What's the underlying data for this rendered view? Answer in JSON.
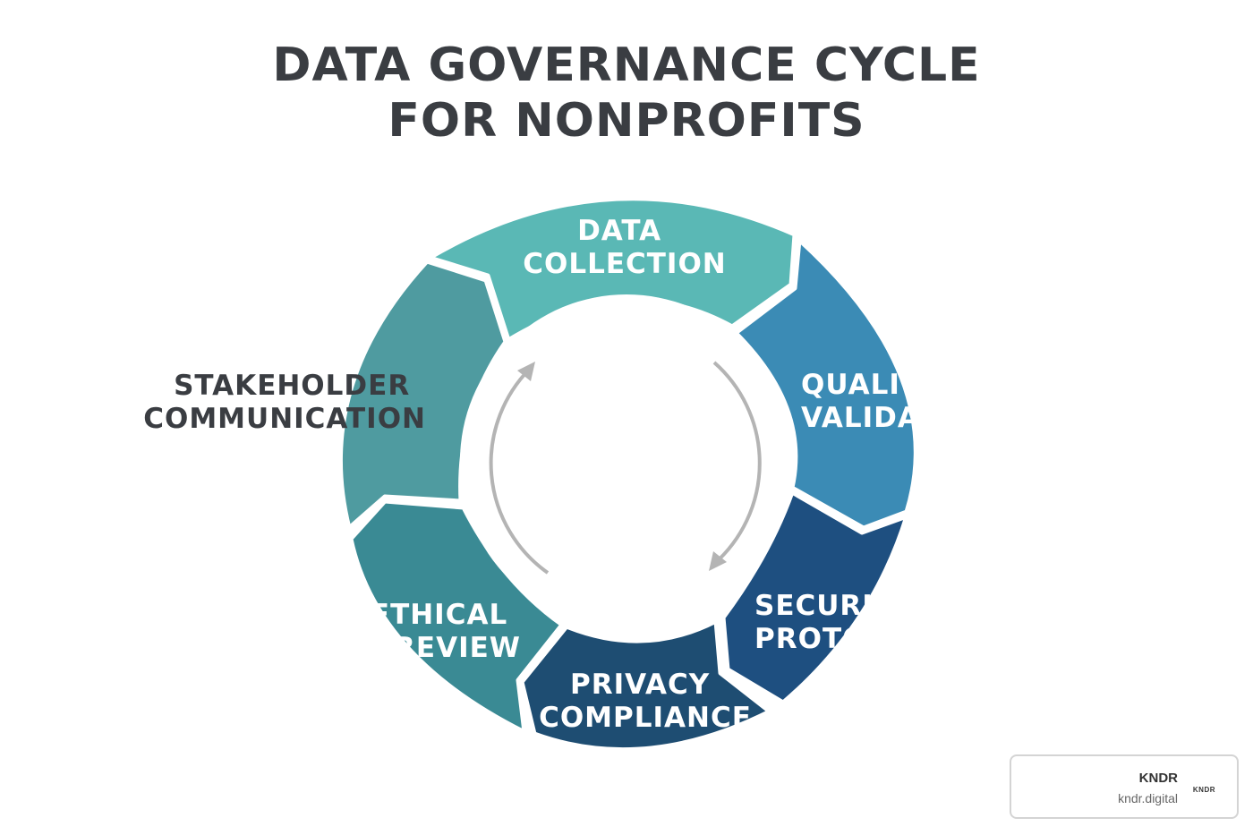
{
  "title": {
    "line1": "DATA GOVERNANCE CYCLE",
    "line2": "FOR NONPROFITS"
  },
  "segments": [
    {
      "id": "data-collection",
      "lines": [
        "DATA",
        "COLLECTION"
      ],
      "color": "#5ab8b5",
      "text_color": "#ffffff"
    },
    {
      "id": "quality-validation",
      "lines": [
        "QUALITY",
        "VALIDATION"
      ],
      "color": "#3b8bb5",
      "text_color": "#ffffff"
    },
    {
      "id": "security-protocols",
      "lines": [
        "SECURITY",
        "PROTOCOLS"
      ],
      "color": "#1e4f80",
      "text_color": "#ffffff"
    },
    {
      "id": "privacy-compliance",
      "lines": [
        "PRIVACY",
        "COMPLIANCE"
      ],
      "color": "#1e4d72",
      "text_color": "#ffffff"
    },
    {
      "id": "ethical-review",
      "lines": [
        "ETHICAL",
        "REVIEW"
      ],
      "color": "#3a8a94",
      "text_color": "#ffffff"
    },
    {
      "id": "stakeholder-communication",
      "lines": [
        "STAKEHOLDER",
        "COMMUNICATION"
      ],
      "color": "#4f9ba0",
      "text_color": "#3a3d42"
    }
  ],
  "badge": {
    "name": "KNDR",
    "url": "kndr.digital",
    "logo_text": "KNDR"
  }
}
